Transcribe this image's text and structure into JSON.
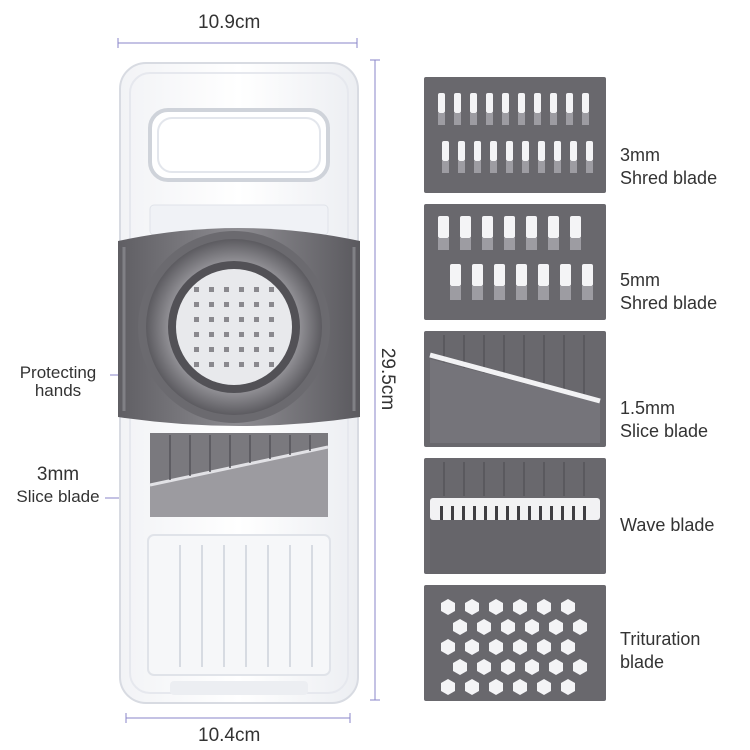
{
  "dimensions": {
    "top_width": "10.9cm",
    "bottom_width": "10.4cm",
    "height": "29.5cm"
  },
  "callouts": {
    "protecting_hands": [
      "Protecting",
      "hands"
    ],
    "slice_blade_3mm": [
      "3mm",
      "Slice blade"
    ]
  },
  "blades": [
    {
      "line1": "3mm",
      "line2": "Shred blade",
      "icon": "shred-3mm-blade-icon"
    },
    {
      "line1": "5mm",
      "line2": "Shred blade",
      "icon": "shred-5mm-blade-icon"
    },
    {
      "line1": "1.5mm",
      "line2": "Slice blade",
      "icon": "slice-blade-icon"
    },
    {
      "line1": "Wave blade",
      "line2": "",
      "icon": "wave-blade-icon"
    },
    {
      "line1": "Trituration",
      "line2": "blade",
      "icon": "trituration-blade-icon"
    }
  ],
  "colors": {
    "blade_gray": "#69686d",
    "dimension_line": "#8a86c8",
    "guard_gray": "#6e6d72"
  }
}
